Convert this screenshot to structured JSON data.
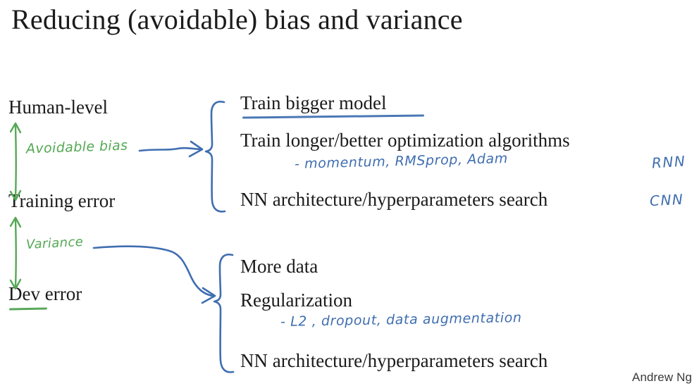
{
  "slide": {
    "title": "Reducing (avoidable) bias and variance",
    "footer_credit": "Andrew Ng",
    "colors": {
      "ink_blue": "#3f6eb0",
      "ink_green": "#55a855",
      "text_black": "#1b1b1b",
      "background": "#ffffff"
    }
  },
  "levels": {
    "human_level": "Human-level",
    "training_error": "Training error",
    "dev_error": "Dev error"
  },
  "gaps": {
    "avoidable_bias": "Avoidable bias",
    "variance": "Variance"
  },
  "remedies": {
    "bias": [
      {
        "text": "Train bigger model",
        "underlined": true
      },
      {
        "text": "Train longer/better optimization algorithms",
        "underlined": false
      },
      {
        "text": "NN architecture/hyperparameters search",
        "underlined": false
      }
    ],
    "variance": [
      {
        "text": "More data",
        "underlined": false
      },
      {
        "text": "Regularization",
        "underlined": false
      },
      {
        "text": "NN architecture/hyperparameters search",
        "underlined": false
      }
    ]
  },
  "annotations": {
    "optimizers": "- momentum, RMSprop, Adam",
    "regularizers": "- L2 , dropout, data augmentation",
    "rnn": "RNN",
    "cnn": "CNN"
  }
}
